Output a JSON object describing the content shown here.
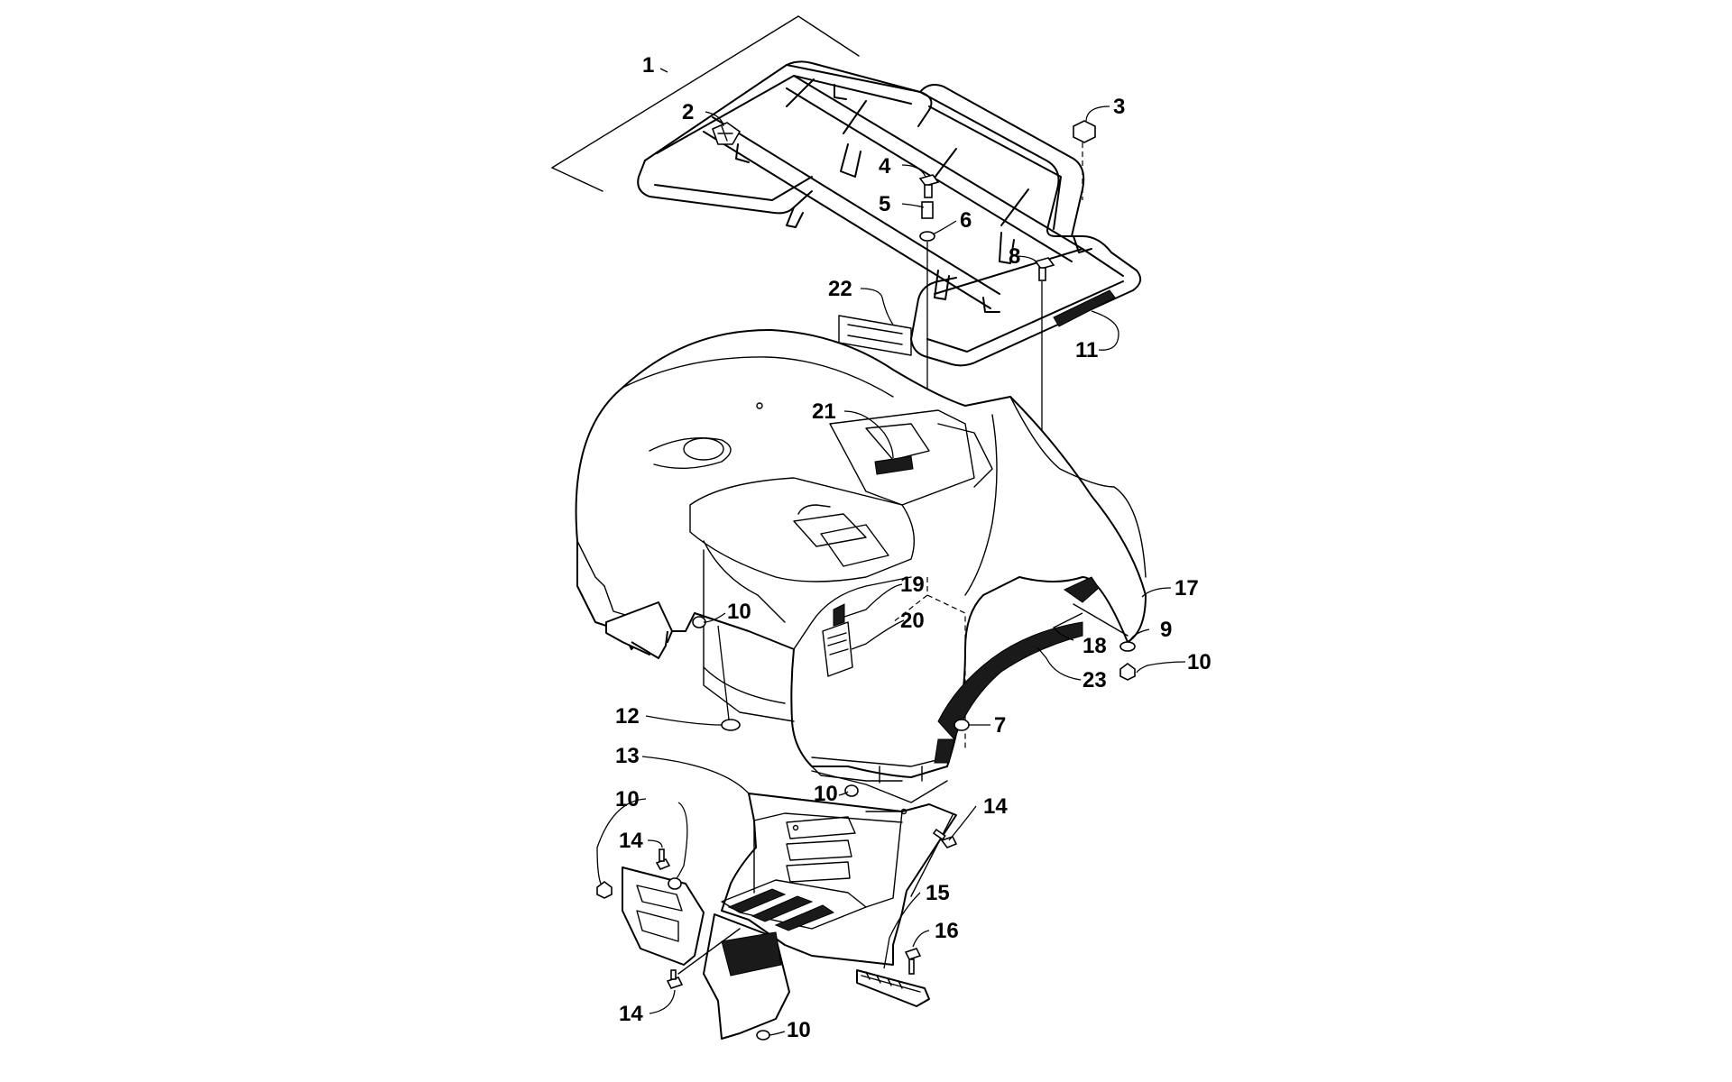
{
  "colors": {
    "background": "#ffffff",
    "line": "#000000",
    "decal": "#1a1a1a"
  },
  "callouts": [
    {
      "id": "c1",
      "label": "1"
    },
    {
      "id": "c2",
      "label": "2"
    },
    {
      "id": "c3",
      "label": "3"
    },
    {
      "id": "c4",
      "label": "4"
    },
    {
      "id": "c5",
      "label": "5"
    },
    {
      "id": "c6",
      "label": "6"
    },
    {
      "id": "c7",
      "label": "7"
    },
    {
      "id": "c8",
      "label": "8"
    },
    {
      "id": "c9",
      "label": "9"
    },
    {
      "id": "c10a",
      "label": "10"
    },
    {
      "id": "c10b",
      "label": "10"
    },
    {
      "id": "c10c",
      "label": "10"
    },
    {
      "id": "c10d",
      "label": "10"
    },
    {
      "id": "c10e",
      "label": "10"
    },
    {
      "id": "c11",
      "label": "11"
    },
    {
      "id": "c12",
      "label": "12"
    },
    {
      "id": "c13",
      "label": "13"
    },
    {
      "id": "c14a",
      "label": "14"
    },
    {
      "id": "c14b",
      "label": "14"
    },
    {
      "id": "c14c",
      "label": "14"
    },
    {
      "id": "c15",
      "label": "15"
    },
    {
      "id": "c16",
      "label": "16"
    },
    {
      "id": "c17",
      "label": "17"
    },
    {
      "id": "c18",
      "label": "18"
    },
    {
      "id": "c19",
      "label": "19"
    },
    {
      "id": "c20",
      "label": "20"
    },
    {
      "id": "c21",
      "label": "21"
    },
    {
      "id": "c22",
      "label": "22"
    },
    {
      "id": "c23",
      "label": "23"
    }
  ]
}
